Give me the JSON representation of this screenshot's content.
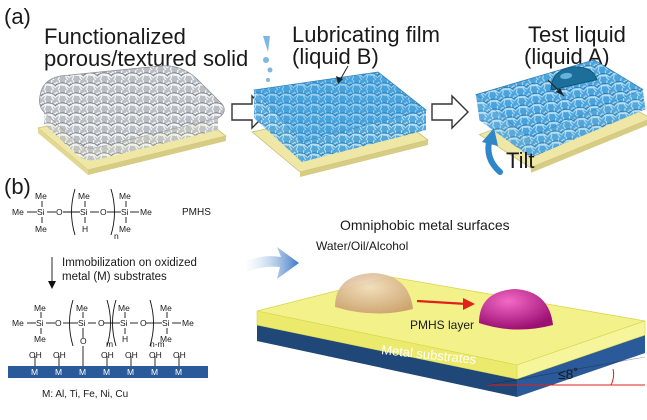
{
  "panel_a": {
    "label": "(a)",
    "caption_solid_line1": "Functionalized",
    "caption_solid_line2": "porous/textured solid",
    "caption_film_line1": "Lubricating film",
    "caption_film_line2": "(liquid B)",
    "caption_test_line1": "Test liquid",
    "caption_test_line2": "(liquid A)",
    "tilt_label": "Tilt",
    "colors": {
      "porous": "#bfc4c9",
      "lubricant": "#3f9bd8",
      "base": "#efe7a6",
      "droplet": "#1b6f9a"
    }
  },
  "panel_b": {
    "label": "(b)",
    "pmhs_label": "PMHS",
    "subscript_n": "n",
    "subscript_m": "m",
    "subscript_nm": "n-m",
    "immobilization_line1": "Immobilization on oxidized",
    "immobilization_line2": "metal (M) substrates",
    "metals_list": "M: Al, Ti, Fe, Ni, Cu",
    "atoms": {
      "me": "Me",
      "si": "Si",
      "o": "O",
      "h": "H",
      "oh": "OH",
      "m": "M"
    },
    "surface_title": "Omniphobic metal surfaces",
    "liquids_label": "Water/Oil/Alcohol",
    "layer_label": "PMHS layer",
    "substrate_label": "Metal substrates",
    "angle_label": "≤8˚",
    "colors": {
      "pmhs_layer": "#f3f28a",
      "metal": "#2a5a9a",
      "drop_oil": "#d9b88f",
      "drop_alcohol": "#c01a8c",
      "arrow": "#e0201b"
    }
  }
}
